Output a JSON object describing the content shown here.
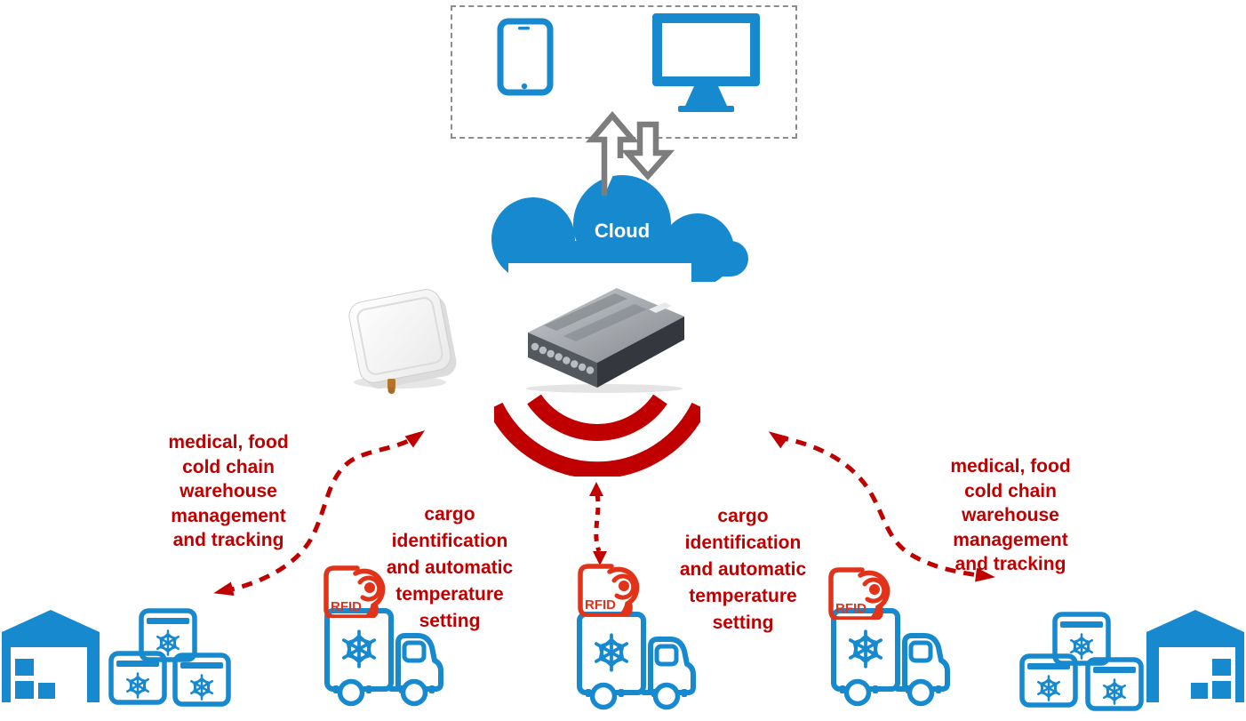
{
  "diagram": {
    "title_hint": "RFID cold chain logistics diagram",
    "cloud_label": "Cloud",
    "rfid_label": "RFID",
    "notes": {
      "left": "medical, food\ncold chain\nwarehouse\nmanagement\nand tracking",
      "right": "medical, food\ncold chain\nwarehouse\nmanagement\nand tracking",
      "truck_left": "cargo\nidentification\nand automatic\ntemperature\nsetting",
      "truck_right": "cargo\nidentification\nand automatic\ntemperature\nsetting"
    },
    "colors": {
      "blue": "#1789cf",
      "red": "#c00000",
      "rfid_red": "#e0331a",
      "arrow_gray": "#7d7d7d",
      "dashed_border_gray": "#8c8c8c"
    },
    "icon_names": [
      "tablet-icon",
      "monitor-icon",
      "sync-arrows-icon",
      "cloud-icon",
      "signal-waves-icon",
      "rfid-tag-icon",
      "refrigerated-truck-icon",
      "snowflake-icon",
      "freezer-box-icon",
      "warehouse-icon",
      "rfid-antenna-photo",
      "rfid-reader-photo"
    ]
  }
}
